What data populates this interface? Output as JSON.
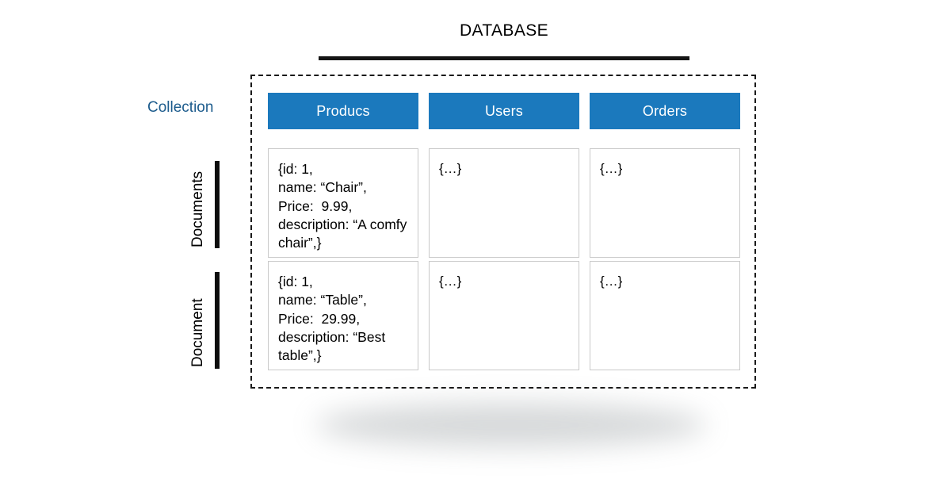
{
  "diagram": {
    "title": "DATABASE",
    "annotations": {
      "collection_label": "Collection",
      "documents_label": "Documents",
      "document_label": "Document"
    },
    "colors": {
      "collection_header_bg": "#1b79bd",
      "collection_header_text": "#ffffff",
      "collection_label_text": "#1d5c8d",
      "database_border": "#1a1a1a",
      "cell_border": "#c9c9c9",
      "title_underline": "#151515"
    },
    "collections": [
      {
        "name": "Producs",
        "documents": [
          {
            "text": "{id: 1,\nname: “Chair”,\nPrice:  9.99,\ndescription: “A comfy chair”,}"
          },
          {
            "text": "{id: 1,\nname: “Table”,\nPrice:  29.99,\ndescription: “Best table”,}"
          }
        ]
      },
      {
        "name": "Users",
        "documents": [
          {
            "text": "{…}"
          },
          {
            "text": "{…}"
          }
        ]
      },
      {
        "name": "Orders",
        "documents": [
          {
            "text": "{…}"
          },
          {
            "text": "{…}"
          }
        ]
      }
    ]
  }
}
